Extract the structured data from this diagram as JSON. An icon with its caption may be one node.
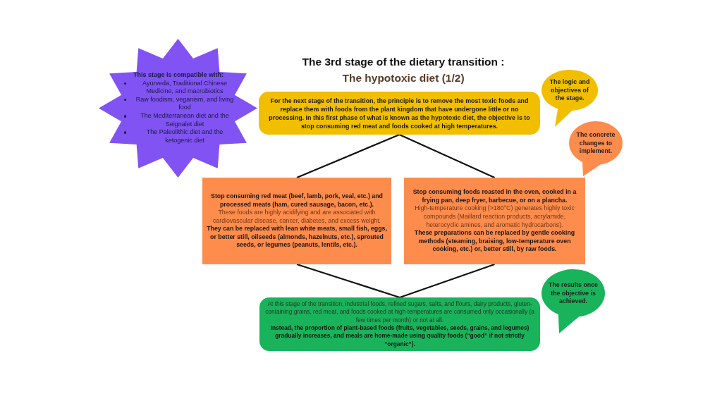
{
  "diagram": {
    "title": "The 3rd stage of the dietary transition :",
    "nodes": [
      {
        "text": [
          "This stage is compatible with:",
          "Ayurveda, Traditional Chinese Medicine, and macrobiotics",
          "Raw foodism, veganism, and living food",
          "The Mediterranean diet and the Seignalet diet",
          "The Paleolithic diet and the ketogenic diet"
        ]
      },
      {
        "text": [
          "For the next stage of the transition, the principle is to remove the most toxic foods and replace them with foods from the plant kingdom that have undergone little or no processing. In this first phase of what is known as the hypotoxic diet, the objective is to stop consuming red meat and foods cooked at high temperatures."
        ]
      },
      {
        "text": [
          "Stop consuming red meat (beef, lamb, pork, veal, etc.) and processed meats (ham, cured sausage, bacon, etc.).",
          "These foods are highly acidifying and are associated with cardiovascular disease, cancer, diabetes, and excess weight.",
          "They can be replaced with lean white meats, small fish, eggs, or better still, oilseeds (almonds, hazelnuts, etc.), sprouted seeds, or legumes (peanuts, lentils, etc.)."
        ]
      },
      {
        "text": [
          "Stop consuming foods roasted in the oven, cooked in a frying pan, deep fryer, barbecue, or on a plancha.",
          "High-temperature cooking (>180°C) generates highly toxic compounds (Maillard reaction products, acrylamide, heterocyclic amines, and aromatic hydrocarbons).",
          "These preparations can be replaced by gentle cooking methods (steaming, braising, low-temperature oven cooking, etc.) or, better still, by raw foods."
        ]
      },
      {
        "text": [
          "At this stage of the transition, industrial foods, refined sugars, salts, and flours, dairy products, gluten-containing grains, red meat, and foods cooked at high temperatures are consumed only occasionally (a few times per month) or not at all.",
          "Instead, the proportion of plant-based foods (fruits, vegetables, seeds, grains, and legumes) gradually increases, and meals are home-made using quality foods (“good” if not strictly “organic”)."
        ]
      },
      {
        "text": [
          "The logic and objectives of the stage."
        ]
      },
      {
        "text": [
          "The concrete changes to implement."
        ]
      },
      {
        "text": [
          "The results once the objective is achieved."
        ]
      }
    ],
    "edges": [
      {
        "from": 1,
        "to": 2,
        "arrow": "none"
      },
      {
        "from": 1,
        "to": 3,
        "arrow": "none"
      },
      {
        "from": 2,
        "to": 4,
        "arrow": "none"
      },
      {
        "from": 3,
        "to": 4,
        "arrow": "none"
      }
    ],
    "labels": [
      "The hypotoxic diet (1/2)"
    ]
  }
}
